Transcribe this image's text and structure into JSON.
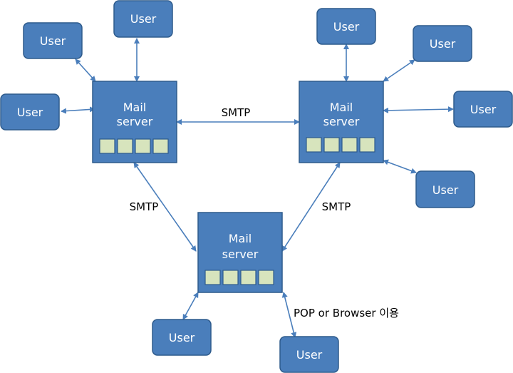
{
  "colors": {
    "box_fill": "#4a7ebb",
    "box_stroke": "#2e5b8c",
    "slot_fill": "#d7e4bd",
    "slot_stroke": "#2e5b8c",
    "box_text": "#ffffff",
    "arrow": "#4a7ebb",
    "label_text": "#000000"
  },
  "servers": [
    {
      "id": "server-left",
      "line1": "Mail",
      "line2": "server"
    },
    {
      "id": "server-right",
      "line1": "Mail",
      "line2": "server"
    },
    {
      "id": "server-bottom",
      "line1": "Mail",
      "line2": "server"
    }
  ],
  "users": [
    {
      "id": "user-left-top",
      "label": "User"
    },
    {
      "id": "user-left-upper",
      "label": "User"
    },
    {
      "id": "user-left-middle",
      "label": "User"
    },
    {
      "id": "user-right-top",
      "label": "User"
    },
    {
      "id": "user-right-upper",
      "label": "User"
    },
    {
      "id": "user-right-middle",
      "label": "User"
    },
    {
      "id": "user-right-lower",
      "label": "User"
    },
    {
      "id": "user-bottom-left",
      "label": "User"
    },
    {
      "id": "user-bottom-right",
      "label": "User"
    }
  ],
  "labels": {
    "smtp_top": "SMTP",
    "smtp_left": "SMTP",
    "smtp_right": "SMTP",
    "pop_browser": "POP or Browser 이용"
  }
}
